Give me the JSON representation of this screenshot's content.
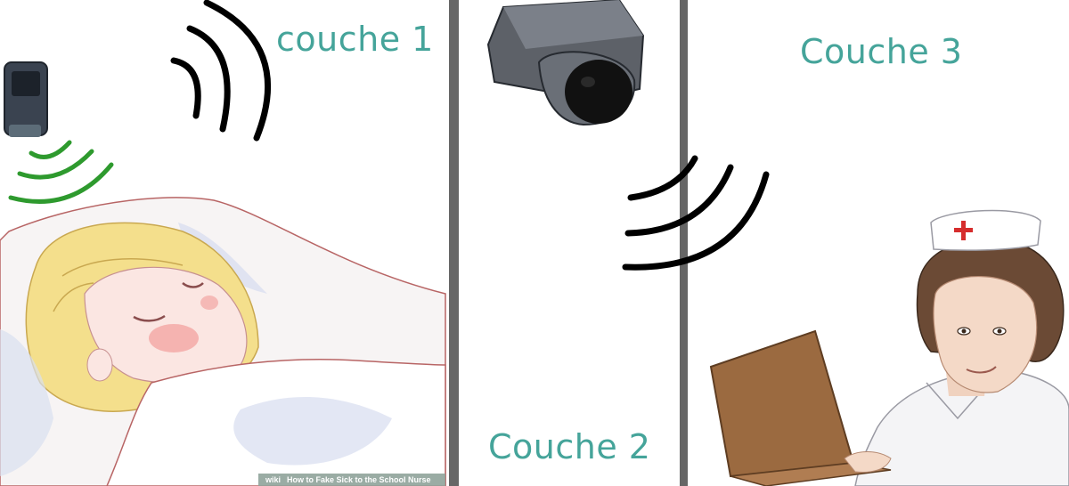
{
  "labels": {
    "layer1": "couche 1",
    "layer2": "Couche 2",
    "layer3": "Couche 3"
  },
  "watermark": {
    "brand": "wiki",
    "caption": "How to Fake Sick to the School Nurse"
  },
  "colors": {
    "label": "#45a49a",
    "green_signal": "#2e9a2e",
    "black_signal": "#000000",
    "divider": "#555555",
    "nurse_cross": "#d62d2d",
    "laptop": "#9b6a40"
  },
  "icons": [
    "motion-sensor-icon",
    "dome-camera-icon",
    "wireless-signal-icon"
  ]
}
